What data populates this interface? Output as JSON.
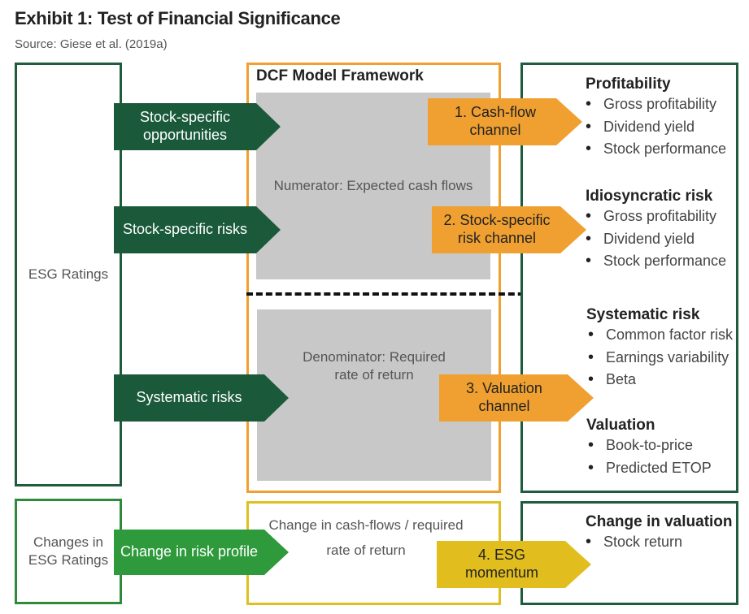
{
  "title": "Exhibit 1: Test of Financial Significance",
  "source": "Source:  Giese et al. (2019a)",
  "left": {
    "esg_ratings": "ESG Ratings",
    "changes_in_esg_ratings": "Changes in ESG Ratings"
  },
  "drivers": {
    "opportunities": "Stock-specific opportunities",
    "risks": "Stock-specific risks",
    "systematic": "Systematic risks",
    "risk_profile": "Change in risk profile"
  },
  "dcf": {
    "title": "DCF Model Framework",
    "numerator": "Numerator: Expected cash flows",
    "denominator": "Denominator: Required rate of return",
    "change": "Change in cash-flows / required rate of return"
  },
  "channels": {
    "c1": "1. Cash-flow channel",
    "c2": "2. Stock-specific risk channel",
    "c3": "3. Valuation channel",
    "c4": "4. ESG momentum"
  },
  "outcomes": {
    "profitability": {
      "heading": "Profitability",
      "items": [
        "Gross profitability",
        "Dividend yield",
        "Stock performance"
      ]
    },
    "idiosyncratic": {
      "heading": "Idiosyncratic risk",
      "items": [
        "Gross profitability",
        "Dividend yield",
        "Stock performance"
      ]
    },
    "systematic": {
      "heading": "Systematic risk",
      "items": [
        "Common factor risk",
        "Earnings variability",
        "Beta"
      ]
    },
    "valuation": {
      "heading": "Valuation",
      "items": [
        "Book-to-price",
        "Predicted ETOP"
      ]
    },
    "change_valuation": {
      "heading": "Change in valuation",
      "items": [
        "Stock return"
      ]
    }
  },
  "colors": {
    "dark_green": "#1a5a3a",
    "bright_green": "#2e9a3c",
    "orange": "#f0a030",
    "yellow": "#e2bd1e",
    "gray": "#c8c8c8"
  }
}
